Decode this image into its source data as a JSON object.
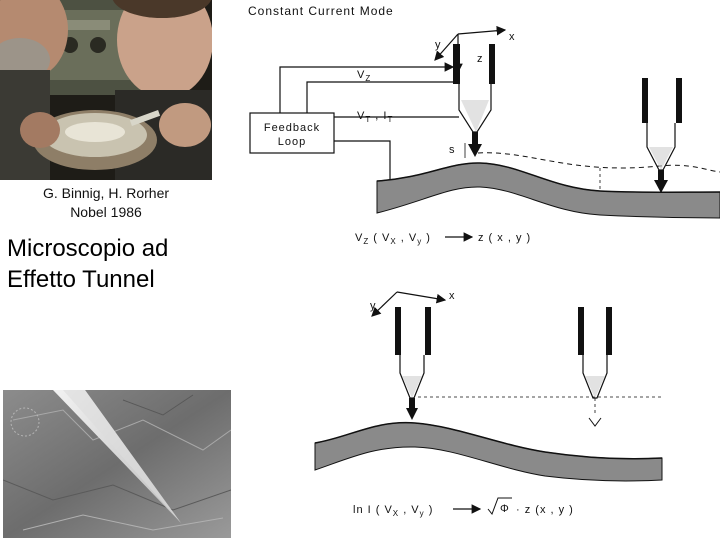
{
  "photo_caption": {
    "line1": "G. Binnig, H. Rorher",
    "line2": "Nobel  1986"
  },
  "slide_title": {
    "line1": "Microscopio ad",
    "line2": "Effetto Tunnel"
  },
  "diagram": {
    "header": "Constant Current Mode",
    "axes_top": {
      "x": "x",
      "y": "y",
      "z": "z"
    },
    "vz": "V",
    "vz_sub": "Z",
    "vt_main": "V",
    "vt_sub": "T",
    "vt_sep": " , ",
    "it_main": "I",
    "it_sub": "T",
    "feedback_line1": "Feedback",
    "feedback_line2": "Loop",
    "gap": "s",
    "eq1_left": "V",
    "eq1_left_sub": "Z",
    "eq1_args": " ( V",
    "eq1_x_sub": "X",
    "eq1_mid": " , V",
    "eq1_y_sub": "y",
    "eq1_close": " )",
    "eq1_right": "z ( x , y )",
    "axes_bottom": {
      "x": "x",
      "y": "y"
    },
    "eq2_left": "ln I ( V",
    "eq2_x_sub": "X",
    "eq2_mid": " , V",
    "eq2_y_sub": "y",
    "eq2_close": " )",
    "eq2_sym": "Φ",
    "eq2_right": "· z (x , y )"
  }
}
